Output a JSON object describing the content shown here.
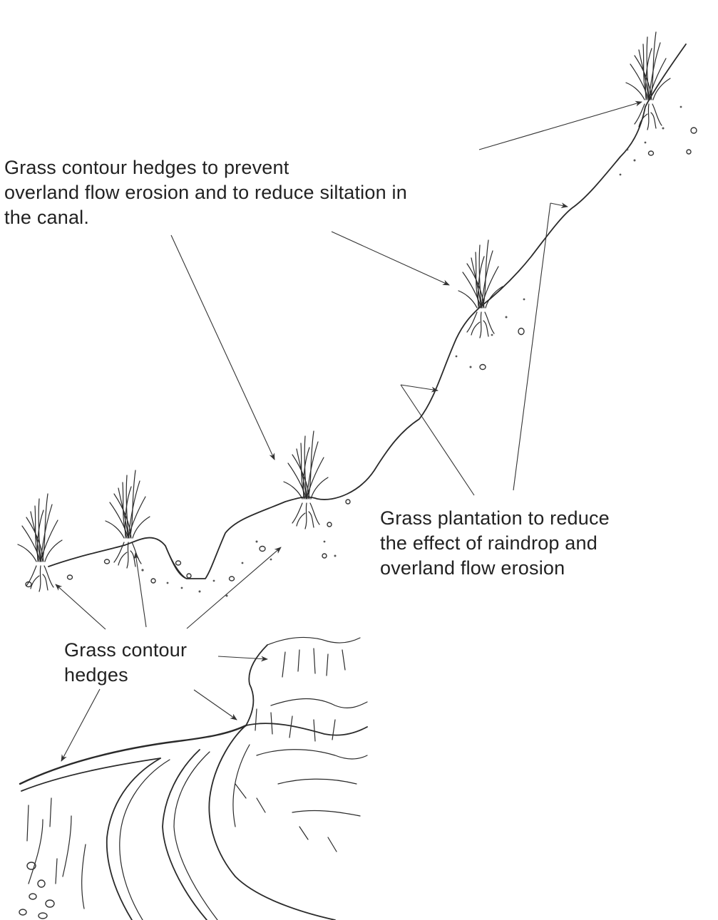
{
  "labels": {
    "top": [
      "Grass contour hedges to prevent",
      "overland flow erosion and to reduce siltation in",
      "the canal."
    ],
    "right": [
      "Grass plantation to reduce",
      "the effect of raindrop and",
      "overland flow erosion"
    ],
    "bottom": [
      "Grass contour",
      "hedges"
    ]
  },
  "icons": {
    "grass-clump": "grass tuft with roots",
    "slope": "hillside cross-section",
    "canal": "canal cross-section",
    "terraced-canal": "perspective sketch of canal along terraced slope"
  },
  "colors": {
    "ink": "#2a2a2a",
    "text": "#222222",
    "background": "#ffffff"
  }
}
